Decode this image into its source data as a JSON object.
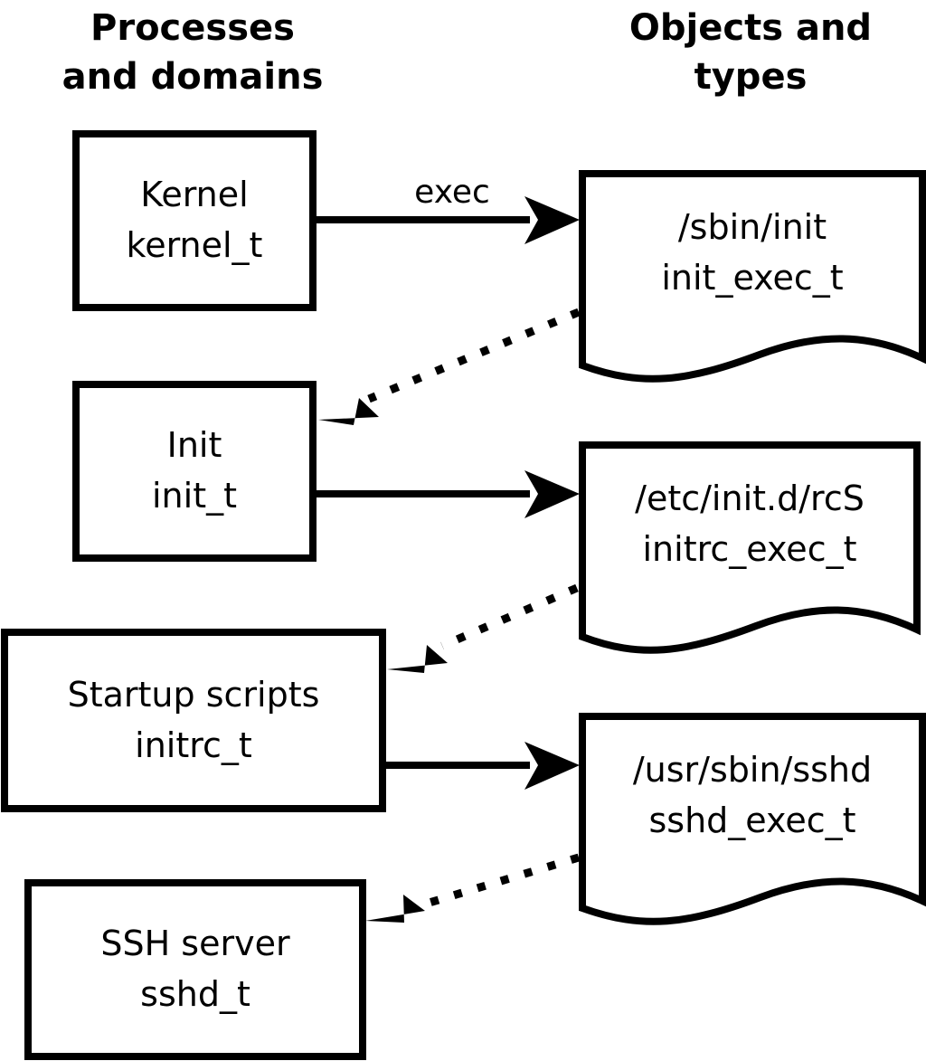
{
  "diagram": {
    "title_left": "Processes\nand domains",
    "columns": [
      {
        "id": "processes",
        "line1": "Processes",
        "line2": "and domains"
      },
      {
        "id": "objects",
        "line1": "Objects and",
        "line2": "types"
      }
    ],
    "process_nodes": [
      {
        "id": "kernel",
        "line1": "Kernel",
        "line2": "kernel_t"
      },
      {
        "id": "init",
        "line1": "Init",
        "line2": "init_t"
      },
      {
        "id": "startup-scripts",
        "line1": "Startup scripts",
        "line2": "initrc_t"
      },
      {
        "id": "ssh-server",
        "line1": "SSH server",
        "line2": "sshd_t"
      }
    ],
    "object_nodes": [
      {
        "id": "sbin-init",
        "line1": "/sbin/init",
        "line2": "init_exec_t"
      },
      {
        "id": "etc-initd-rcs",
        "line1": "/etc/init.d/rcS",
        "line2": "initrc_exec_t"
      },
      {
        "id": "usr-sbin-sshd",
        "line1": "/usr/sbin/sshd",
        "line2": "sshd_exec_t"
      }
    ],
    "edges": [
      {
        "id": "kernel-exec-init",
        "label": "exec",
        "style": "solid",
        "from": "kernel",
        "to": "sbin-init"
      },
      {
        "id": "initexec-transition-init",
        "label": "",
        "style": "dotted",
        "from": "sbin-init",
        "to": "init"
      },
      {
        "id": "init-exec-rcs",
        "label": "",
        "style": "solid",
        "from": "init",
        "to": "etc-initd-rcs"
      },
      {
        "id": "initrcexec-transition-initrc",
        "label": "",
        "style": "dotted",
        "from": "etc-initd-rcs",
        "to": "startup-scripts"
      },
      {
        "id": "initrc-exec-sshd",
        "label": "",
        "style": "solid",
        "from": "startup-scripts",
        "to": "usr-sbin-sshd"
      },
      {
        "id": "sshdexec-transition-sshd",
        "label": "",
        "style": "dotted",
        "from": "usr-sbin-sshd",
        "to": "ssh-server"
      }
    ],
    "colors": {
      "stroke": "#000000",
      "fill": "#ffffff",
      "text": "#000000"
    }
  }
}
